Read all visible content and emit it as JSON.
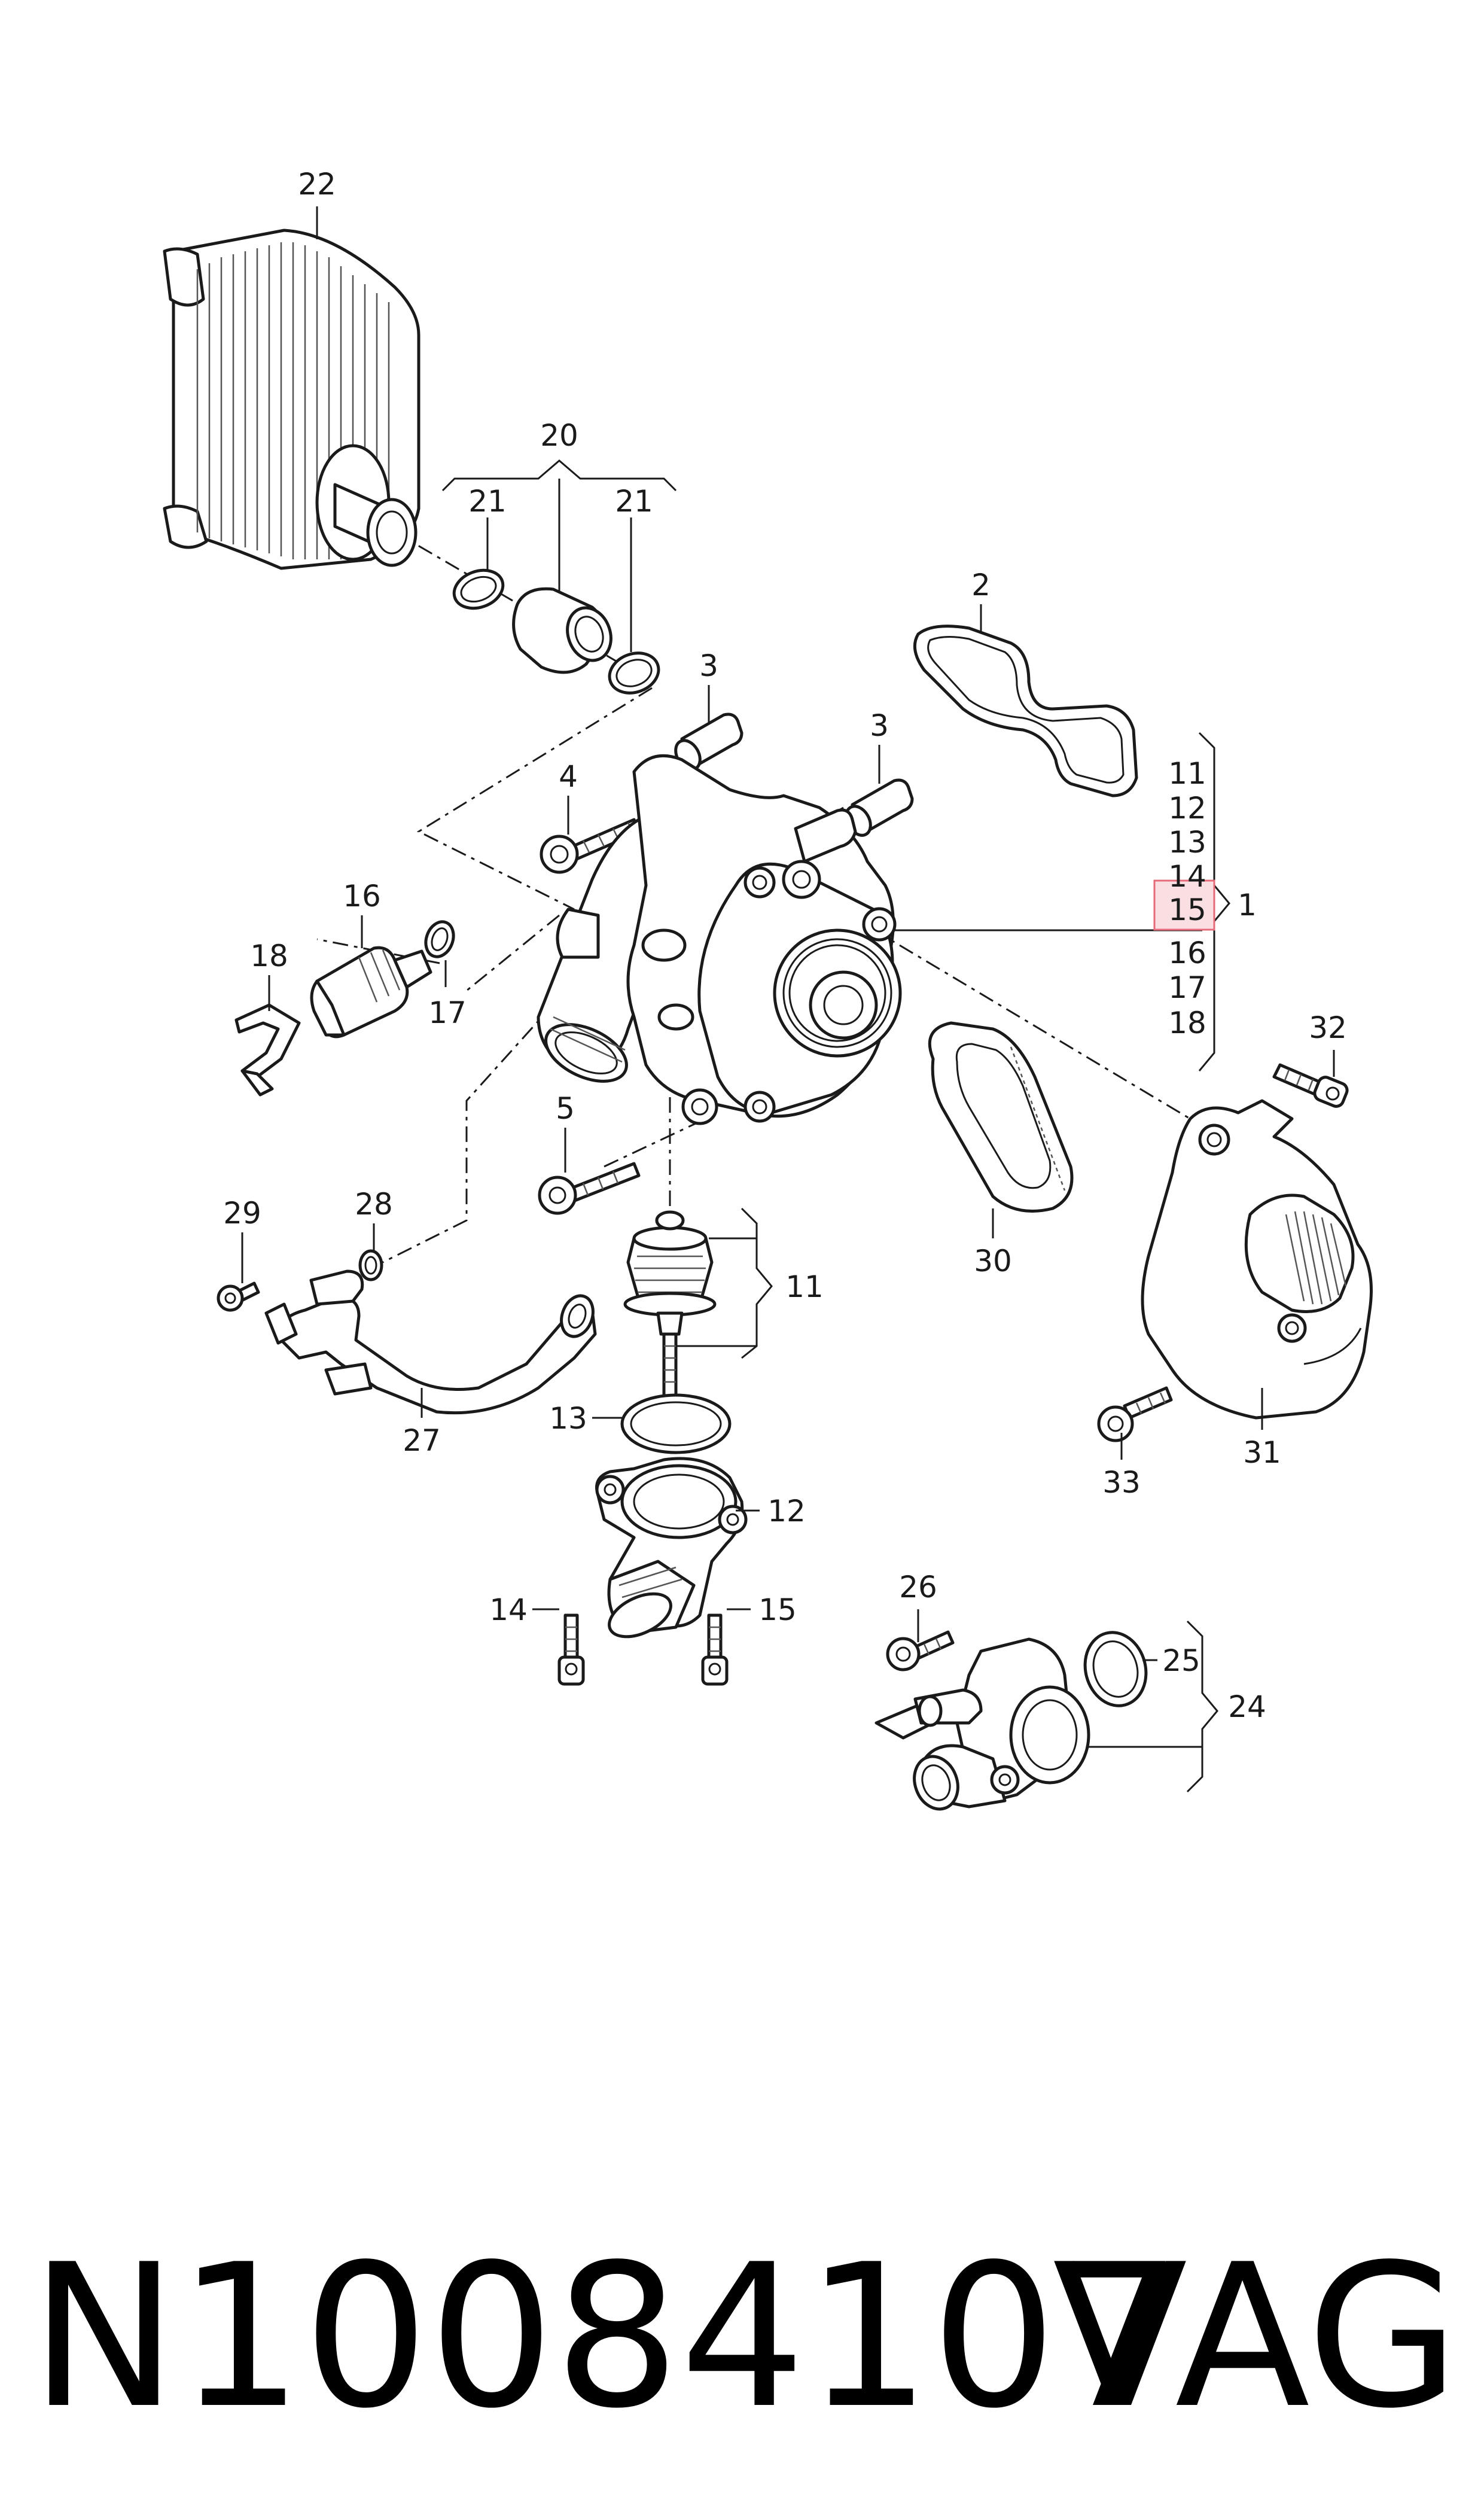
{
  "footer": {
    "part_number": "N10084107",
    "brand": "VAG"
  },
  "highlighted_label": "15",
  "labels": {
    "l22": "22",
    "l20": "20",
    "l21a": "21",
    "l21b": "21",
    "l2": "2",
    "l3a": "3",
    "l3b": "3",
    "l4": "4",
    "l16": "16",
    "l17": "17",
    "l18": "18",
    "l11a": "11",
    "l12a": "12",
    "l13a": "13",
    "l14a": "14",
    "l15a": "15",
    "l16b": "16",
    "l17b": "17",
    "l18b": "18",
    "l1": "1",
    "l32": "32",
    "l5": "5",
    "l29": "29",
    "l28": "28",
    "l27": "27",
    "l11b": "11",
    "l13b": "13",
    "l12b": "12",
    "l14b": "14",
    "l15b": "15",
    "l30": "30",
    "l31": "31",
    "l33": "33",
    "l26": "26",
    "l25": "25",
    "l24": "24"
  }
}
